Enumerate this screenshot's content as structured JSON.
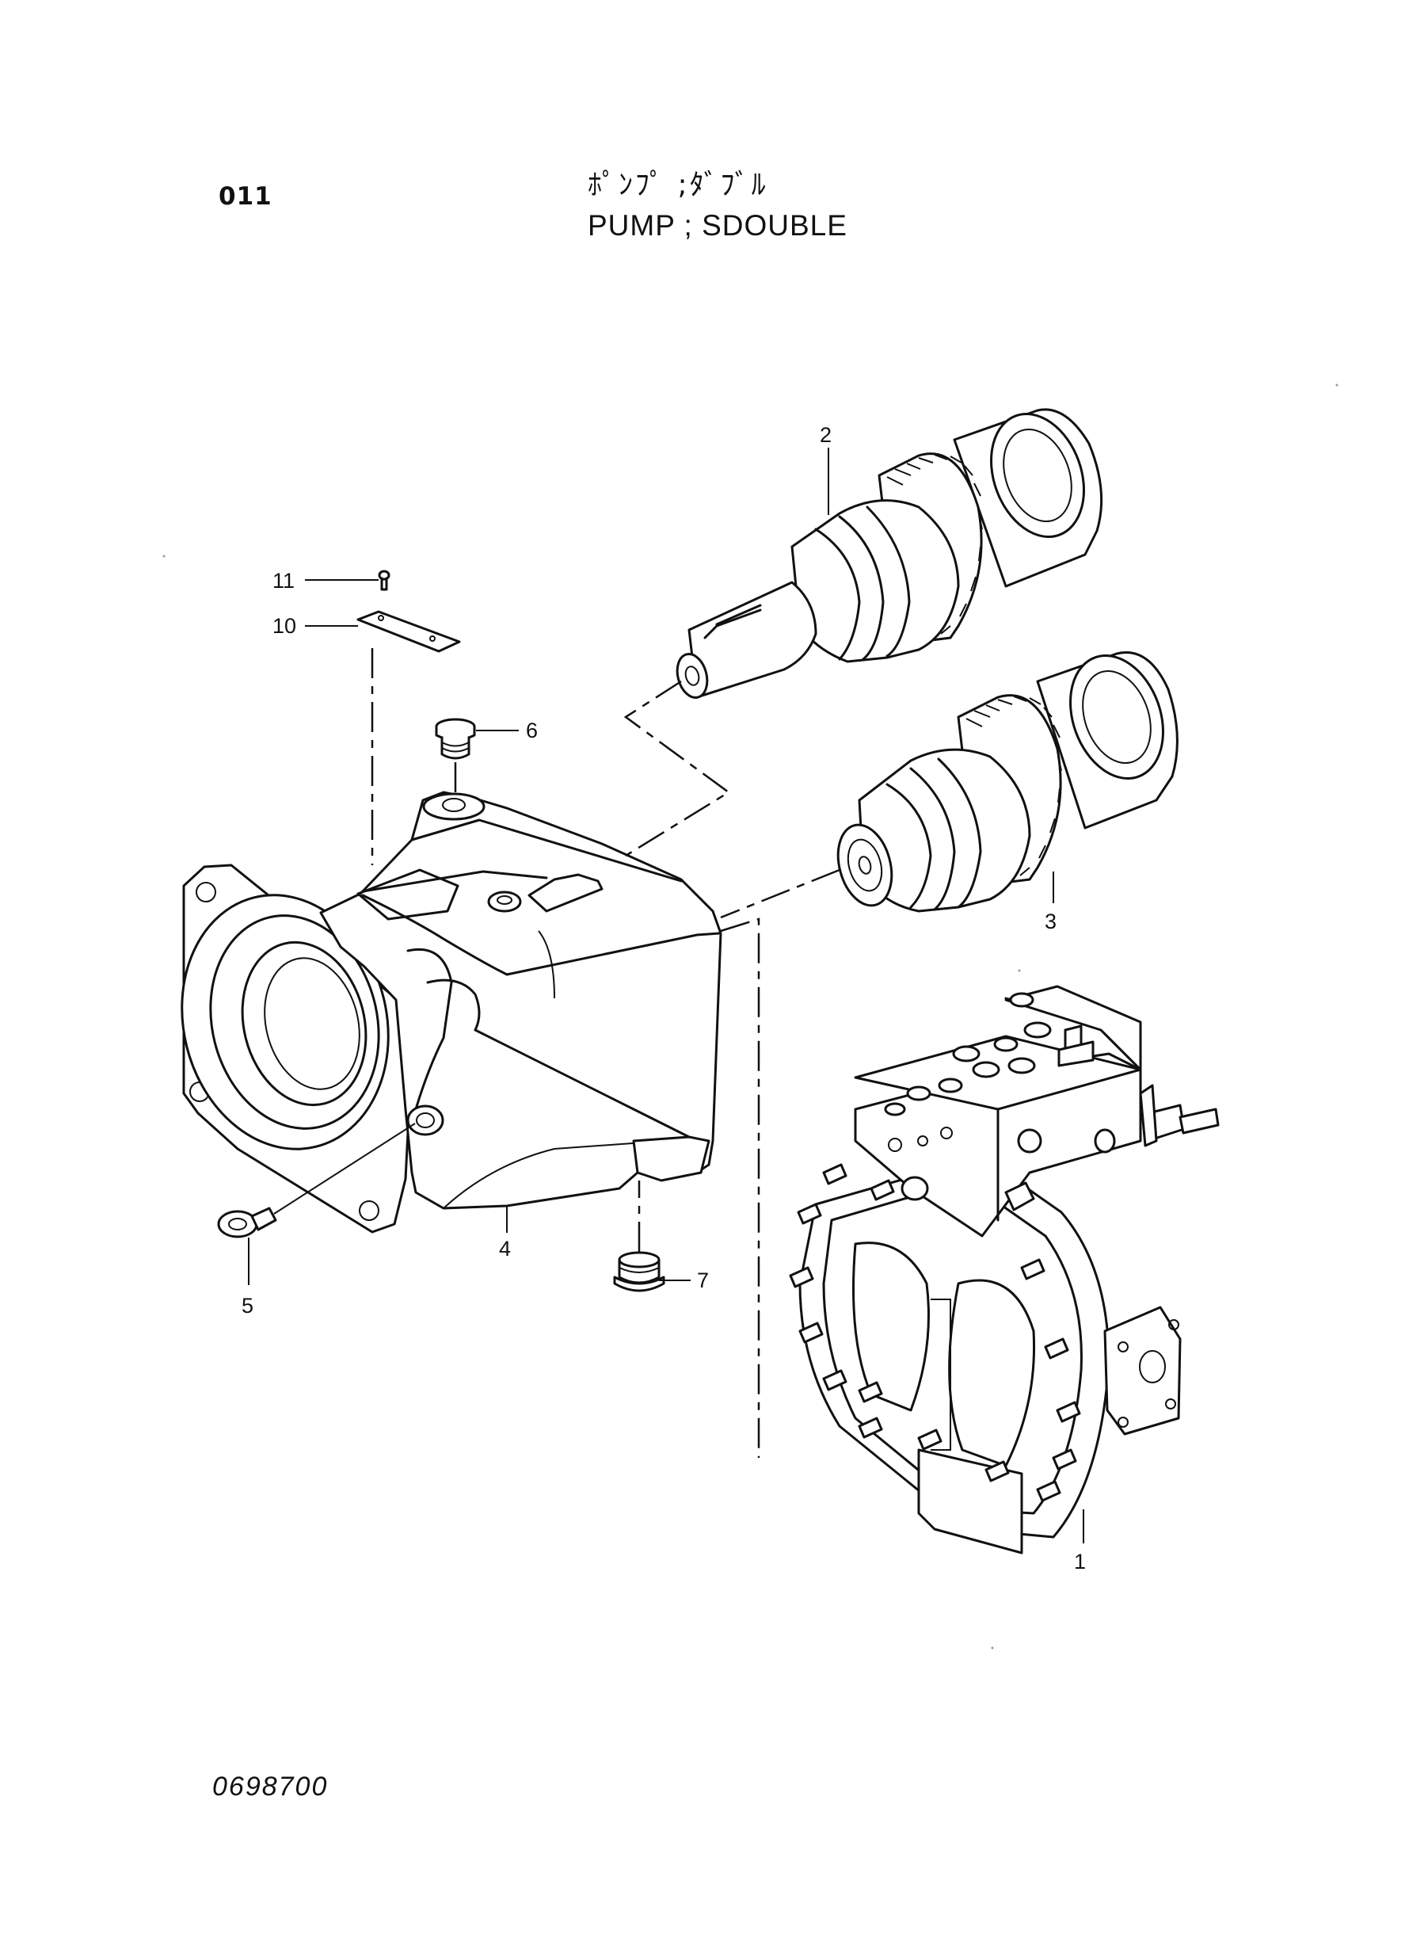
{
  "header": {
    "page_number": "011",
    "title_jp": "ﾎﾟﾝﾌﾟ ;ﾀﾞﾌﾞﾙ",
    "title_en": "PUMP ; SDOUBLE"
  },
  "footer": {
    "drawing_code": "0698700"
  },
  "callouts": [
    "1",
    "2",
    "3",
    "4",
    "5",
    "6",
    "7",
    "10",
    "11"
  ]
}
